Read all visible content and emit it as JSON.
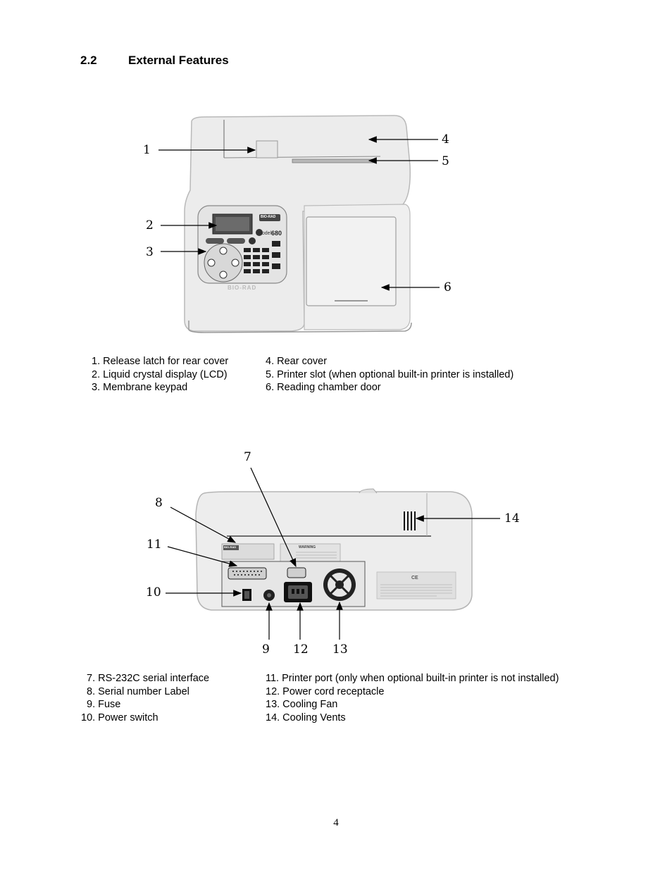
{
  "section": {
    "number": "2.2",
    "title": "External Features"
  },
  "figure1": {
    "callouts": [
      "1",
      "2",
      "3",
      "4",
      "5",
      "6"
    ],
    "device": {
      "brand_badge": "BIO-RAD",
      "model_prefix": "Model",
      "model_number": "680",
      "base_label": "BIO-RAD"
    },
    "legend_left": [
      "1. Release latch for rear cover",
      "2. Liquid crystal display (LCD)",
      "3. Membrane keypad"
    ],
    "legend_right": [
      "4. Rear cover",
      "5. Printer slot (when optional built-in printer is installed)",
      "6. Reading chamber door"
    ]
  },
  "figure2": {
    "callouts": [
      "7",
      "8",
      "11",
      "10",
      "14",
      "9",
      "12",
      "13"
    ],
    "device": {
      "warning_label": "WARNING",
      "ce_mark": "CE",
      "serial_label": "BIO-RAD"
    },
    "legend_left": [
      "7. RS-232C serial interface",
      "8. Serial number Label",
      "9. Fuse",
      "10. Power switch"
    ],
    "legend_right": [
      "11. Printer port (only when optional built-in printer is not installed)",
      "12. Power cord receptacle",
      "13. Cooling Fan",
      "14. Cooling Vents"
    ]
  },
  "page_number": "4"
}
